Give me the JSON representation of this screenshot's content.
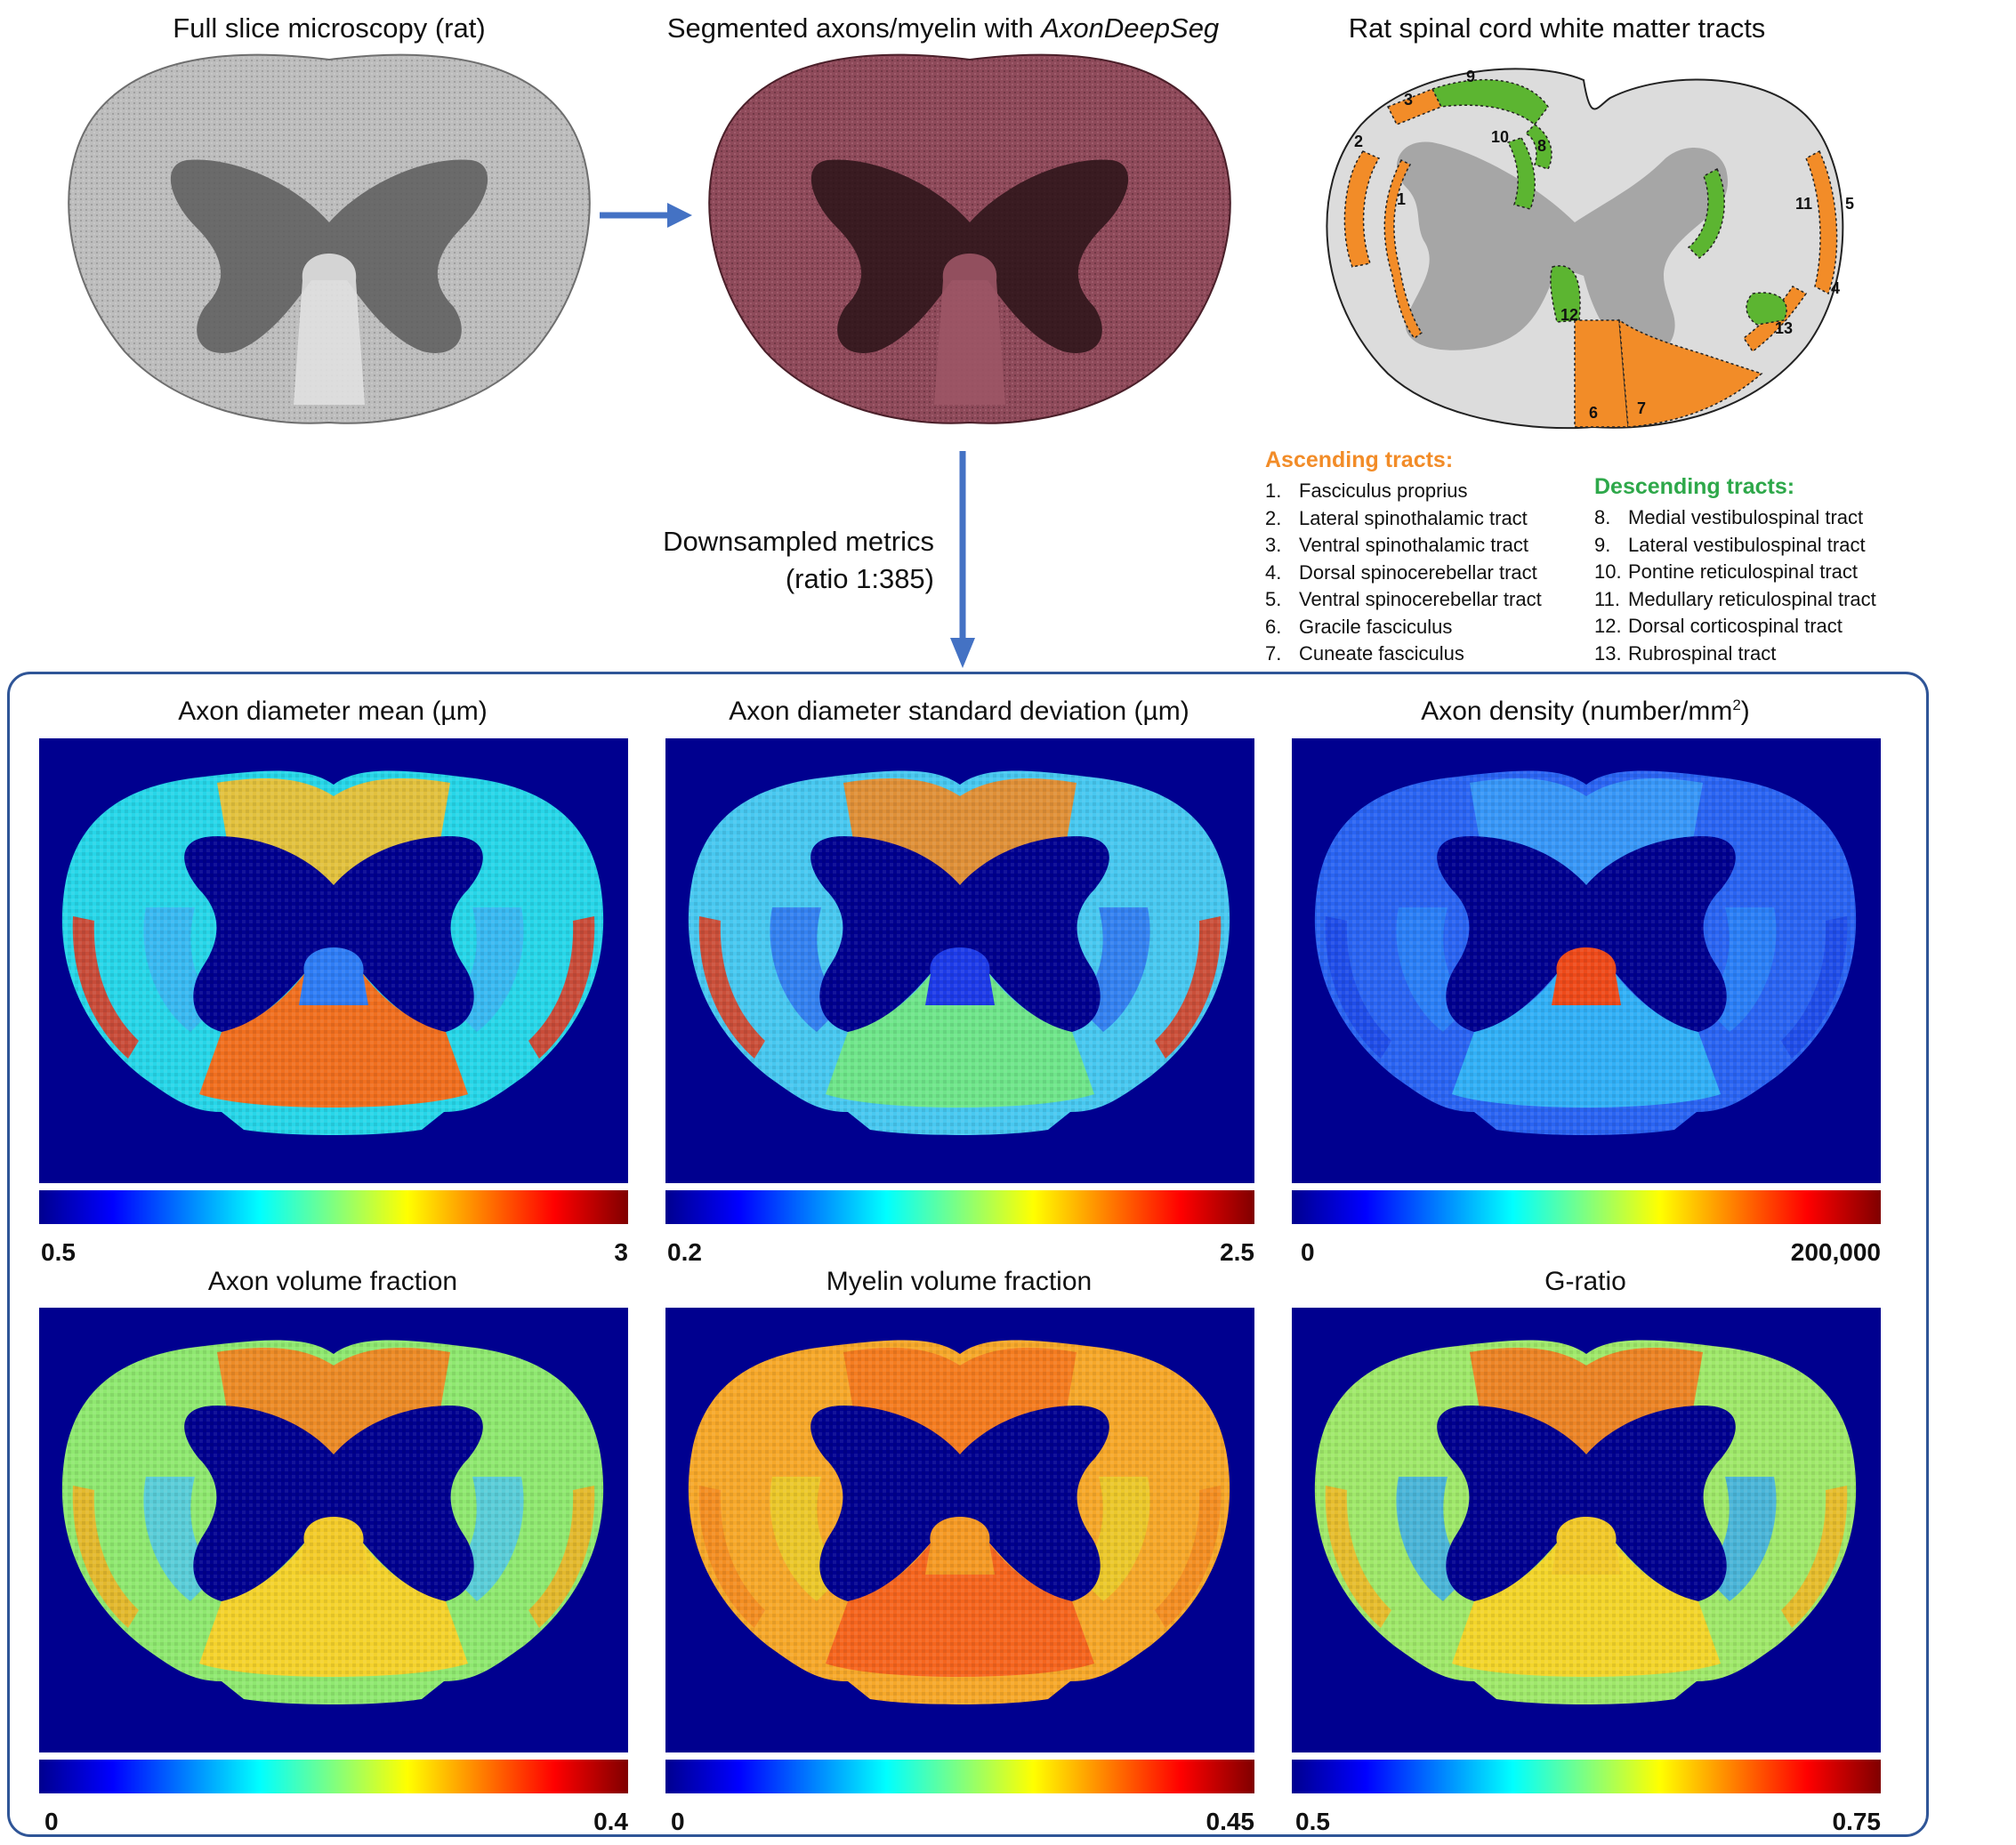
{
  "top": {
    "microscopy_title": "Full slice microscopy (rat)",
    "segmented_title_prefix": "Segmented axons/myelin with ",
    "segmented_title_italic": "AxonDeepSeg",
    "tracts_title": "Rat spinal cord white matter tracts"
  },
  "downsample": {
    "line1": "Downsampled metrics",
    "line2": "(ratio 1:385)"
  },
  "atlas_labels": [
    "1",
    "2",
    "3",
    "4",
    "5",
    "6",
    "7",
    "8",
    "9",
    "10",
    "11",
    "12",
    "13"
  ],
  "legend": {
    "ascending_heading": "Ascending tracts:",
    "ascending": [
      {
        "n": "1.",
        "name": "Fasciculus proprius"
      },
      {
        "n": "2.",
        "name": "Lateral spinothalamic tract"
      },
      {
        "n": "3.",
        "name": "Ventral spinothalamic tract"
      },
      {
        "n": "4.",
        "name": "Dorsal spinocerebellar tract"
      },
      {
        "n": "5.",
        "name": "Ventral spinocerebellar tract"
      },
      {
        "n": "6.",
        "name": "Gracile fasciculus"
      },
      {
        "n": "7.",
        "name": "Cuneate fasciculus"
      }
    ],
    "descending_heading": "Descending tracts:",
    "descending": [
      {
        "n": "8.",
        "name": "Medial vestibulospinal tract"
      },
      {
        "n": "9.",
        "name": "Lateral vestibulospinal tract"
      },
      {
        "n": "10.",
        "name": "Pontine reticulospinal tract"
      },
      {
        "n": "11.",
        "name": "Medullary reticulospinal tract"
      },
      {
        "n": "12.",
        "name": "Dorsal corticospinal tract"
      },
      {
        "n": "13.",
        "name": "Rubrospinal tract"
      }
    ]
  },
  "colors": {
    "ascending": "#f28c28",
    "descending": "#5cb531",
    "arrow": "#4472c4",
    "frame": "#2f5597",
    "map_background": "#00008f",
    "gray_matter": "#a6a6a6",
    "white_matter_atlas": "#dcdcdc"
  },
  "maps": [
    {
      "title": "Axon diameter mean (µm)",
      "min": "0.5",
      "max": "3"
    },
    {
      "title": "Axon diameter standard deviation (µm)",
      "min": "0.2",
      "max": "2.5"
    },
    {
      "title_main": "Axon density (number/mm",
      "title_sup": "2",
      "title_end": ")",
      "min": "0",
      "max": "200,000"
    },
    {
      "title": "Axon volume fraction",
      "min": "0",
      "max": "0.4"
    },
    {
      "title": "Myelin volume fraction",
      "min": "0",
      "max": "0.45"
    },
    {
      "title": "G-ratio",
      "min": "0.5",
      "max": "0.75"
    }
  ]
}
